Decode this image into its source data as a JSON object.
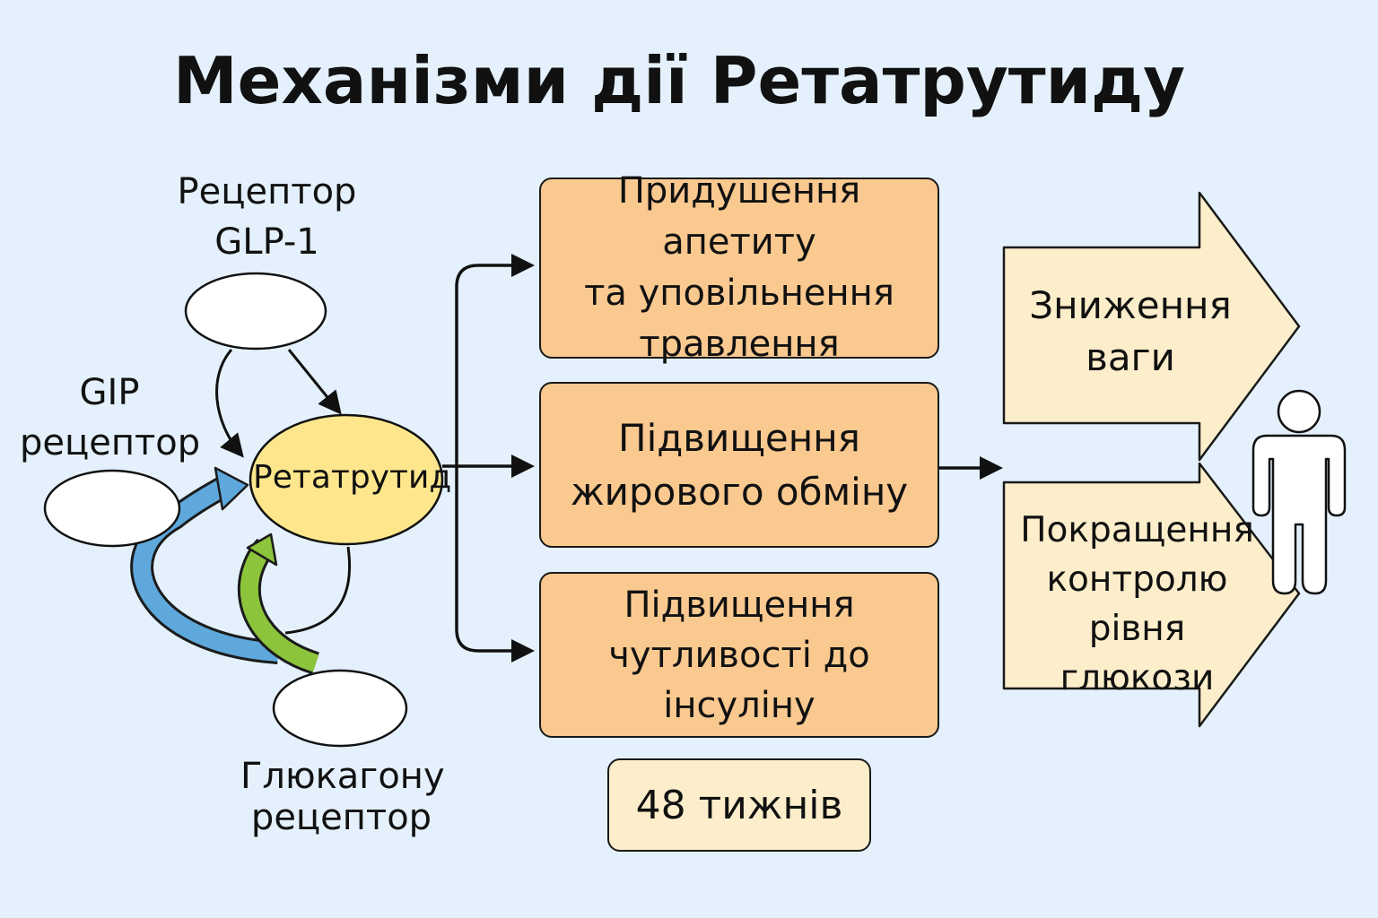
{
  "title": "Механізми дії Ретатрутиду",
  "receptors": {
    "glp1": {
      "line1": "Рецептор",
      "line2": "GLP-1"
    },
    "gip": {
      "line1": "GIP",
      "line2": "рецептор"
    },
    "glucagon": {
      "line1": "Глюкагону",
      "line2": "рецептор"
    }
  },
  "center": {
    "label": "Ретатрутид"
  },
  "effects": [
    {
      "label": "Придушення апетиту\nта уповільнення\nтравлення"
    },
    {
      "label": "Підвищення\nжирового обміну"
    },
    {
      "label": "Підвищення\nчутливості до\nінсуліну"
    }
  ],
  "duration": {
    "label": "48 тижнів"
  },
  "outcomes": [
    {
      "label": "Зниження\nваги"
    },
    {
      "label": "Покращення\nконтролю\nрівня глюкози"
    }
  ],
  "colors": {
    "background": "#e4f1fc",
    "effect_box": "#fac990",
    "outcome_arrow": "#fdeecb",
    "center_node": "#fde68c",
    "blue_arrow": "#5fa8dc",
    "green_arrow": "#8cc43c"
  },
  "icons": {
    "person": "person-icon"
  }
}
